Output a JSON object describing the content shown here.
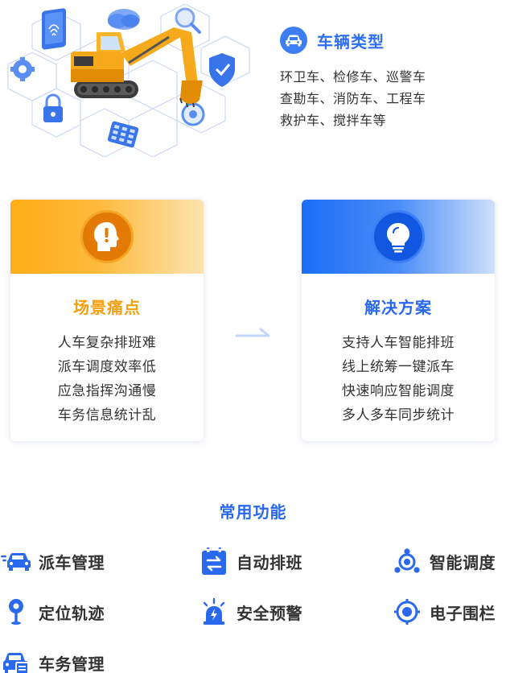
{
  "vehicle_types": {
    "title": "车辆类型",
    "lines": [
      "环卫车、检修车、巡警车",
      "查勘车、消防车、工程车",
      "救护车、搅拌车等"
    ]
  },
  "pain_points": {
    "title": "场景痛点",
    "items": [
      "人车复杂排班难",
      "派车调度效率低",
      "应急指挥沟通慢",
      "车务信息统计乱"
    ]
  },
  "solutions": {
    "title": "解决方案",
    "items": [
      "支持人车智能排班",
      "线上统筹一键派车",
      "快速响应智能调度",
      "多人多车同步统计"
    ]
  },
  "features": {
    "title": "常用功能",
    "items": [
      {
        "label": "派车管理",
        "icon": "car-dispatch-icon"
      },
      {
        "label": "自动排班",
        "icon": "calendar-swap-icon"
      },
      {
        "label": "智能调度",
        "icon": "scheduling-icon"
      },
      {
        "label": "定位轨迹",
        "icon": "location-pin-icon"
      },
      {
        "label": "安全预警",
        "icon": "alarm-light-icon"
      },
      {
        "label": "电子围栏",
        "icon": "geofence-icon"
      },
      {
        "label": "车务管理",
        "icon": "vehicle-affairs-icon"
      }
    ]
  },
  "colors": {
    "primary_blue": "#2a69ee",
    "accent_orange": "#f5a011",
    "text": "#333333"
  }
}
